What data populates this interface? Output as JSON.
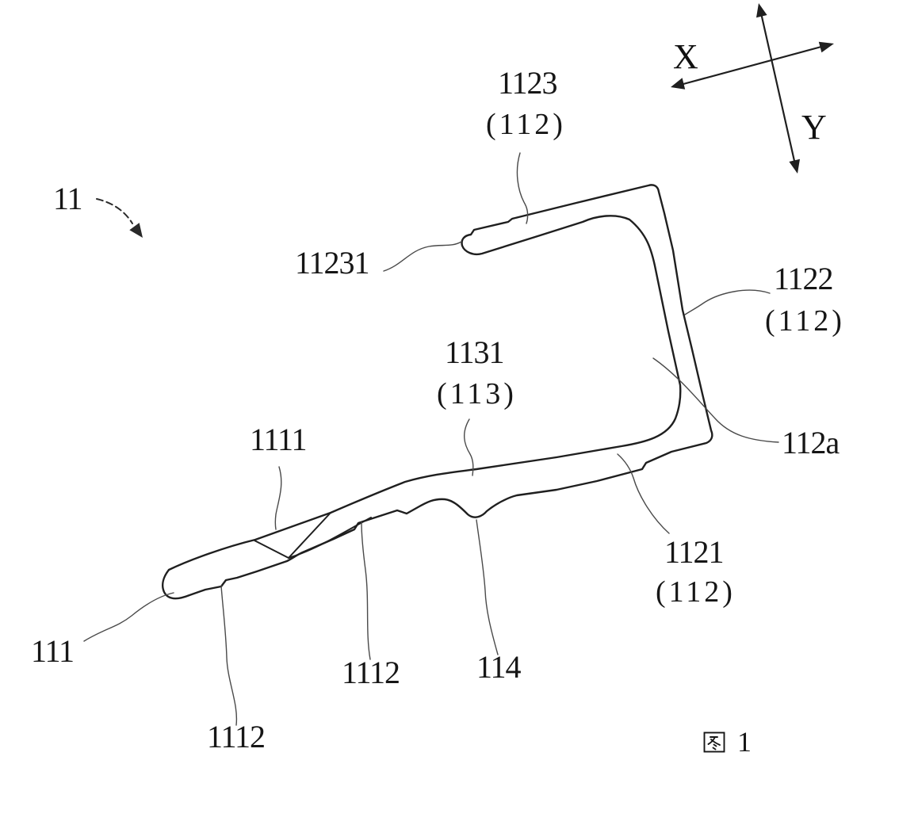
{
  "figure": {
    "caption_cjk": "图",
    "caption_number": "1"
  },
  "axes": {
    "x_label": "X",
    "y_label": "Y"
  },
  "refs": {
    "r11": "11",
    "r1123": "1123",
    "r1123_group": "(112)",
    "r11231": "11231",
    "r1122": "1122",
    "r1122_group": "(112)",
    "r1131": "1131",
    "r1131_group": "(113)",
    "r1111": "1111",
    "r112a": "112a",
    "r1121": "1121",
    "r1121_group": "(112)",
    "r111": "111",
    "r1112_mid": "1112",
    "r114": "114",
    "r1112_bottom": "1112"
  },
  "colors": {
    "ink": "#1f1f1f",
    "leader": "#4a4a4a",
    "background": "#ffffff"
  }
}
